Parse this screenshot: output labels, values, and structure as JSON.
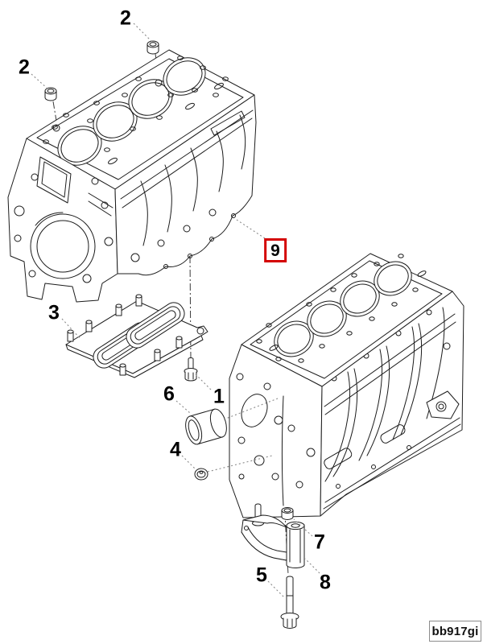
{
  "diagram": {
    "code": "bb917gi",
    "highlight_color": "#d40000",
    "line_color": "#1c1c1c",
    "callouts": [
      {
        "label": "2",
        "highlighted": false
      },
      {
        "label": "2",
        "highlighted": false
      },
      {
        "label": "3",
        "highlighted": false
      },
      {
        "label": "1",
        "highlighted": false
      },
      {
        "label": "6",
        "highlighted": false
      },
      {
        "label": "4",
        "highlighted": false
      },
      {
        "label": "9",
        "highlighted": true
      },
      {
        "label": "7",
        "highlighted": false
      },
      {
        "label": "8",
        "highlighted": false
      },
      {
        "label": "5",
        "highlighted": false
      }
    ]
  }
}
